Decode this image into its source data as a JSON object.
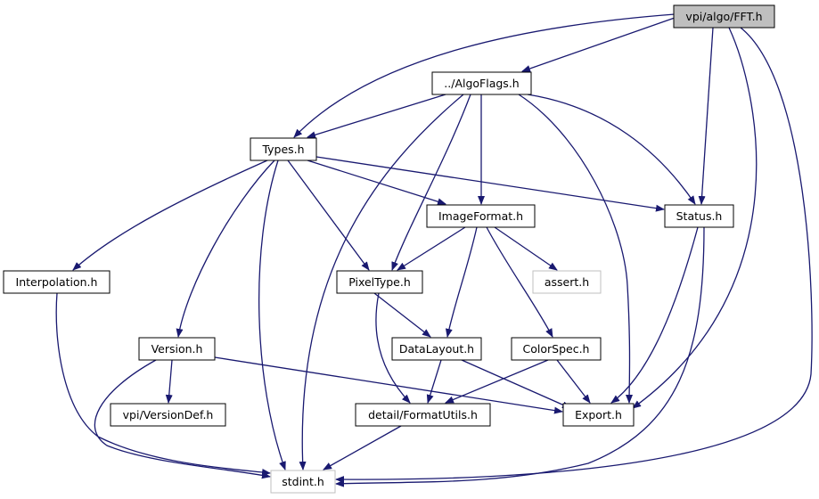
{
  "colors": {
    "edge": "#191970",
    "node_fill": "#ffffff",
    "node_border": "#000000",
    "root_fill": "#bfbfbf",
    "missing_border": "#bfbfbf",
    "text": "#000000"
  },
  "graph": {
    "nodes": [
      {
        "id": "fft",
        "label": "vpi/algo/FFT.h",
        "kind": "root"
      },
      {
        "id": "algoflags",
        "label": "../AlgoFlags.h",
        "kind": "normal"
      },
      {
        "id": "types",
        "label": "Types.h",
        "kind": "normal"
      },
      {
        "id": "imageformat",
        "label": "ImageFormat.h",
        "kind": "normal"
      },
      {
        "id": "status",
        "label": "Status.h",
        "kind": "normal"
      },
      {
        "id": "interpolation",
        "label": "Interpolation.h",
        "kind": "normal"
      },
      {
        "id": "pixeltype",
        "label": "PixelType.h",
        "kind": "normal"
      },
      {
        "id": "assert",
        "label": "assert.h",
        "kind": "missing"
      },
      {
        "id": "version",
        "label": "Version.h",
        "kind": "normal"
      },
      {
        "id": "datalayout",
        "label": "DataLayout.h",
        "kind": "normal"
      },
      {
        "id": "colorspec",
        "label": "ColorSpec.h",
        "kind": "normal"
      },
      {
        "id": "versiondef",
        "label": "vpi/VersionDef.h",
        "kind": "normal"
      },
      {
        "id": "formatutils",
        "label": "detail/FormatUtils.h",
        "kind": "normal"
      },
      {
        "id": "export",
        "label": "Export.h",
        "kind": "normal"
      },
      {
        "id": "stdint",
        "label": "stdint.h",
        "kind": "missing"
      }
    ],
    "edges": [
      {
        "from": "fft",
        "to": "algoflags"
      },
      {
        "from": "fft",
        "to": "types"
      },
      {
        "from": "fft",
        "to": "status"
      },
      {
        "from": "fft",
        "to": "export"
      },
      {
        "from": "fft",
        "to": "stdint"
      },
      {
        "from": "algoflags",
        "to": "types"
      },
      {
        "from": "algoflags",
        "to": "imageformat"
      },
      {
        "from": "algoflags",
        "to": "pixeltype"
      },
      {
        "from": "algoflags",
        "to": "status"
      },
      {
        "from": "algoflags",
        "to": "export"
      },
      {
        "from": "algoflags",
        "to": "stdint"
      },
      {
        "from": "types",
        "to": "imageformat"
      },
      {
        "from": "types",
        "to": "status"
      },
      {
        "from": "types",
        "to": "interpolation"
      },
      {
        "from": "types",
        "to": "pixeltype"
      },
      {
        "from": "types",
        "to": "version"
      },
      {
        "from": "types",
        "to": "stdint"
      },
      {
        "from": "imageformat",
        "to": "pixeltype"
      },
      {
        "from": "imageformat",
        "to": "assert"
      },
      {
        "from": "imageformat",
        "to": "datalayout"
      },
      {
        "from": "imageformat",
        "to": "colorspec"
      },
      {
        "from": "status",
        "to": "export"
      },
      {
        "from": "status",
        "to": "stdint"
      },
      {
        "from": "interpolation",
        "to": "stdint"
      },
      {
        "from": "pixeltype",
        "to": "datalayout"
      },
      {
        "from": "pixeltype",
        "to": "formatutils"
      },
      {
        "from": "version",
        "to": "versiondef"
      },
      {
        "from": "version",
        "to": "export"
      },
      {
        "from": "version",
        "to": "stdint"
      },
      {
        "from": "datalayout",
        "to": "formatutils"
      },
      {
        "from": "datalayout",
        "to": "export"
      },
      {
        "from": "colorspec",
        "to": "formatutils"
      },
      {
        "from": "colorspec",
        "to": "export"
      },
      {
        "from": "formatutils",
        "to": "stdint"
      }
    ]
  }
}
